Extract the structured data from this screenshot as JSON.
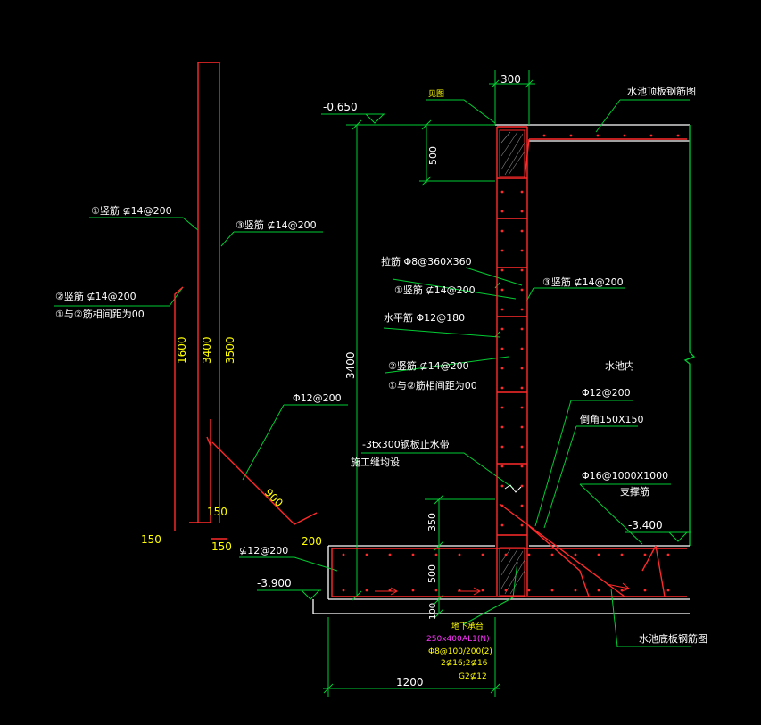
{
  "colors": {
    "background": "#000000",
    "rebar_red": "#ff2a2a",
    "dimension_green": "#00cc33",
    "text_white": "#ffffff",
    "text_yellow": "#ffff00",
    "text_magenta": "#ff33ff",
    "outline_white": "#ffffff"
  },
  "labels": {
    "dim_300": "300",
    "top_slab_title": "水池顶板钢筋图",
    "anchor_label": "见图",
    "elev_top": "-0.650",
    "dim_500_top": "500",
    "left_rebar_1": "①竖筋 ⊈14@200",
    "left_rebar_3": "③竖筋 ⊈14@200",
    "tie_bar": "拉筋 Φ8@360X360",
    "wall_rebar_1": "①竖筋 ⊈14@200",
    "wall_rebar_3": "③竖筋 ⊈14@200",
    "left_rebar_2": "②竖筋 ⊈14@200",
    "left_spacing": "①与②筋相间距为00",
    "horizontal_bar": "水平筋 Φ12@180",
    "wall_rebar_2": "②竖筋 ⊈14@200",
    "wall_spacing": "①与②筋相间距为00",
    "pool_inside": "水池内",
    "left_dim_1600": "1600",
    "left_dim_3400": "3400",
    "left_dim_3500": "3500",
    "wall_dim_3400": "3400",
    "left_phi12": "Φ12@200",
    "right_phi12": "Φ12@200",
    "chamfer": "倒角150X150",
    "waterstop": "-3tx300钢板止水带",
    "construction_joint": "施工缝均设",
    "support_bar": "Φ16@1000X1000",
    "support_bar_label": "支撑筋",
    "dim_900": "900",
    "dim_150_a": "150",
    "dim_150_b": "150",
    "dim_150_c": "150",
    "dim_200": "200",
    "dim_350": "350",
    "elev_mid": "-3.400",
    "base_rebar": "⊈12@200",
    "dim_500_base": "500",
    "elev_bottom": "-3.900",
    "dim_100": "100",
    "bottom_slab_title": "水池底板钢筋图",
    "beam_title": "地下承台",
    "beam_size": "250x400",
    "beam_code": "AL1(N)",
    "beam_stirrup": "Φ8@100/200(2)",
    "beam_main": "2⊈16;2⊈16",
    "beam_side": "G2⊈12",
    "dim_1200": "1200"
  }
}
